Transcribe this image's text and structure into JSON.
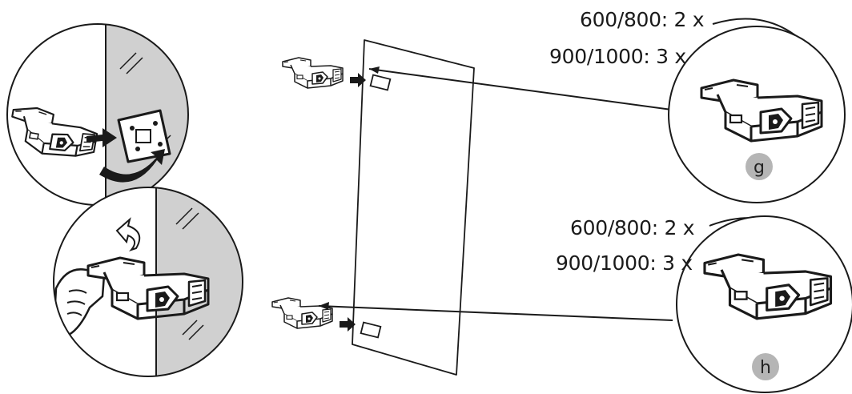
{
  "callout_g": {
    "line1": "600/800: 2 x",
    "line2": "900/1000: 3 x",
    "badge": "g"
  },
  "callout_h": {
    "line1": "600/800: 2 x",
    "line2": "900/1000: 3 x",
    "badge": "h"
  },
  "colors": {
    "stroke": "#1a1a1a",
    "glass_gray": "#d0d0d0",
    "badge_fill": "#b5b5b5",
    "bracket_fill": "#ffffff"
  }
}
